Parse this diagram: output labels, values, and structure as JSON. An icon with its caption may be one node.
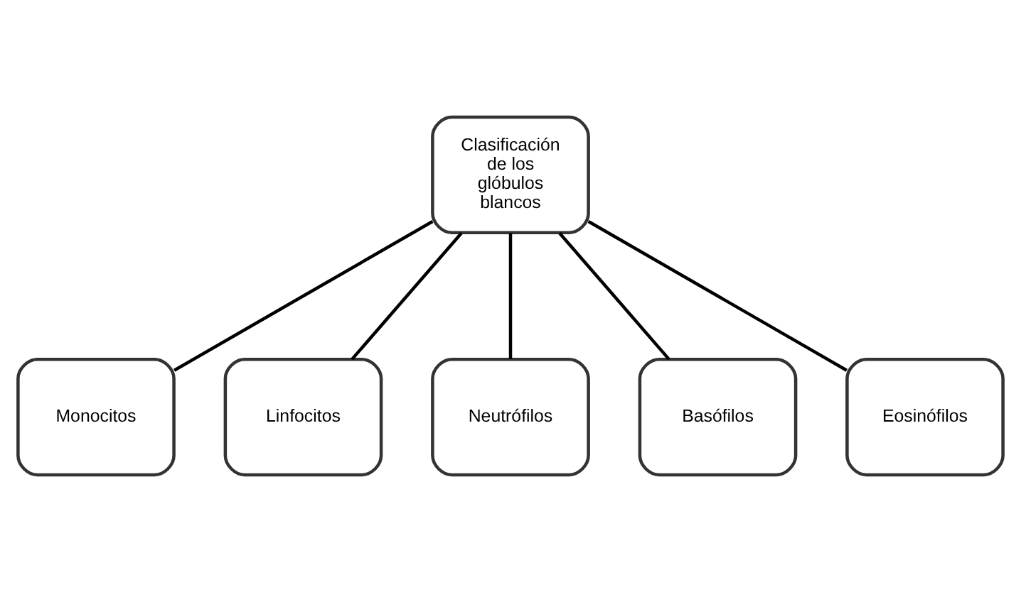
{
  "diagram": {
    "nodes": [
      {
        "text": [
          "Clasificación de los glóbulos blancos"
        ]
      },
      {
        "text": [
          "Monocitos"
        ]
      },
      {
        "text": [
          "Linfocitos"
        ]
      },
      {
        "text": [
          "Neutrófilos"
        ]
      },
      {
        "text": [
          "Basófilos"
        ]
      },
      {
        "text": [
          "Eosinófilos"
        ]
      }
    ],
    "edges": [
      {
        "from": 0,
        "to": 1,
        "arrow": "none"
      },
      {
        "from": 0,
        "to": 2,
        "arrow": "none"
      },
      {
        "from": 0,
        "to": 3,
        "arrow": "none"
      },
      {
        "from": 0,
        "to": 4,
        "arrow": "none"
      },
      {
        "from": 0,
        "to": 5,
        "arrow": "none"
      }
    ]
  }
}
